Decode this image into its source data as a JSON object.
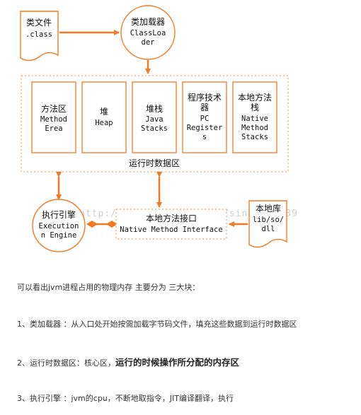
{
  "diagram": {
    "nodes": {
      "class_file": {
        "line1": "类文件",
        "line2": ".class"
      },
      "class_loader": {
        "line1": "类加载器",
        "line2": "ClassLoa",
        "line3": "der"
      },
      "method_area": {
        "line1": "方法区",
        "line2": "Method",
        "line3": "Erea"
      },
      "heap": {
        "line1": "堆",
        "line2": "Heap"
      },
      "java_stacks": {
        "line1": "堆栈",
        "line2": "Java",
        "line3": "Stacks"
      },
      "pc_registers": {
        "line1": "程序技术",
        "line2": "器",
        "line3": "PC",
        "line4": "Register",
        "line5": "s"
      },
      "native_stacks": {
        "line1": "本地方法",
        "line2": "栈",
        "line3": "Native",
        "line4": "Method",
        "line5": "Stacks"
      },
      "runtime_area": {
        "label": "运行时数据区"
      },
      "execution_engine": {
        "line1": "执行引擎",
        "line2": "Execution",
        "line3": "n Engine"
      },
      "native_interface": {
        "line1": "本地方法接口",
        "line2": "Native Method Interface"
      },
      "native_lib": {
        "line1": "本地库",
        "line2": "lib/so/",
        "line3": "dll"
      }
    },
    "watermark": "http://blog.sina.com.cn/sinat_39539",
    "colors": {
      "accent": "#f47920",
      "dotted": "#f4a35f"
    }
  },
  "text": {
    "intro": "可以看出jvm进程占用的物理内存 主要分为 三大块：",
    "item1": "1、类加载器      ：从入口处开始按需加载字节码文件，填充这些数据到运行时数据区",
    "item2_prefix": "2、运行时数据区：核心区，",
    "item2_emph": "运行的时候操作所分配的内存区",
    "item3": "3、执行引擎      ：jvm的cpu，不断地取指令，JIT编译翻译，执行"
  }
}
